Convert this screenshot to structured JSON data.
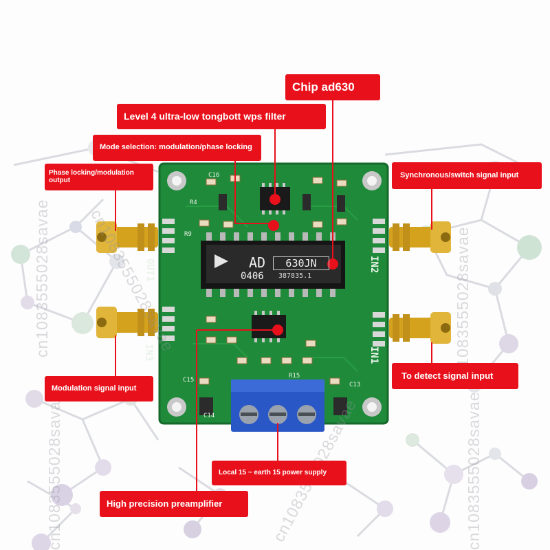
{
  "photo": {
    "subject": "AD630 lock-in amplifier module",
    "colors": {
      "pcb": "#1f8a3a",
      "callout": "#e8111b",
      "connector": "#d4a21c",
      "terminal": "#2a57c6"
    }
  },
  "chip": {
    "brand": "AD",
    "part": "630JN",
    "code_left": "0406",
    "code_right": "387835.1"
  },
  "callouts": {
    "chip_ad630": "Chip ad630",
    "filter": "Level 4 ultra-low tongbott wps filter",
    "mode_selection": "Mode selection: modulation/phase locking",
    "phase_output": "Phase locking/modulation output",
    "sync_input": "Synchronous/switch signal input",
    "modulation_input": "Modulation signal input",
    "detect_input": "To detect signal input",
    "power_supply": "Local 15 ~ earth 15 power supply",
    "preamp": "High precision preamplifier"
  },
  "silkscreen": {
    "out1": "OUT1",
    "in3": "IN3",
    "in1": "IN1",
    "in2": "IN2",
    "c16": "C16",
    "r15": "R15",
    "c13": "C13",
    "c14": "C14",
    "c15": "C15",
    "r9": "R9",
    "r4": "R4"
  },
  "watermark": "cn1083555028savae"
}
